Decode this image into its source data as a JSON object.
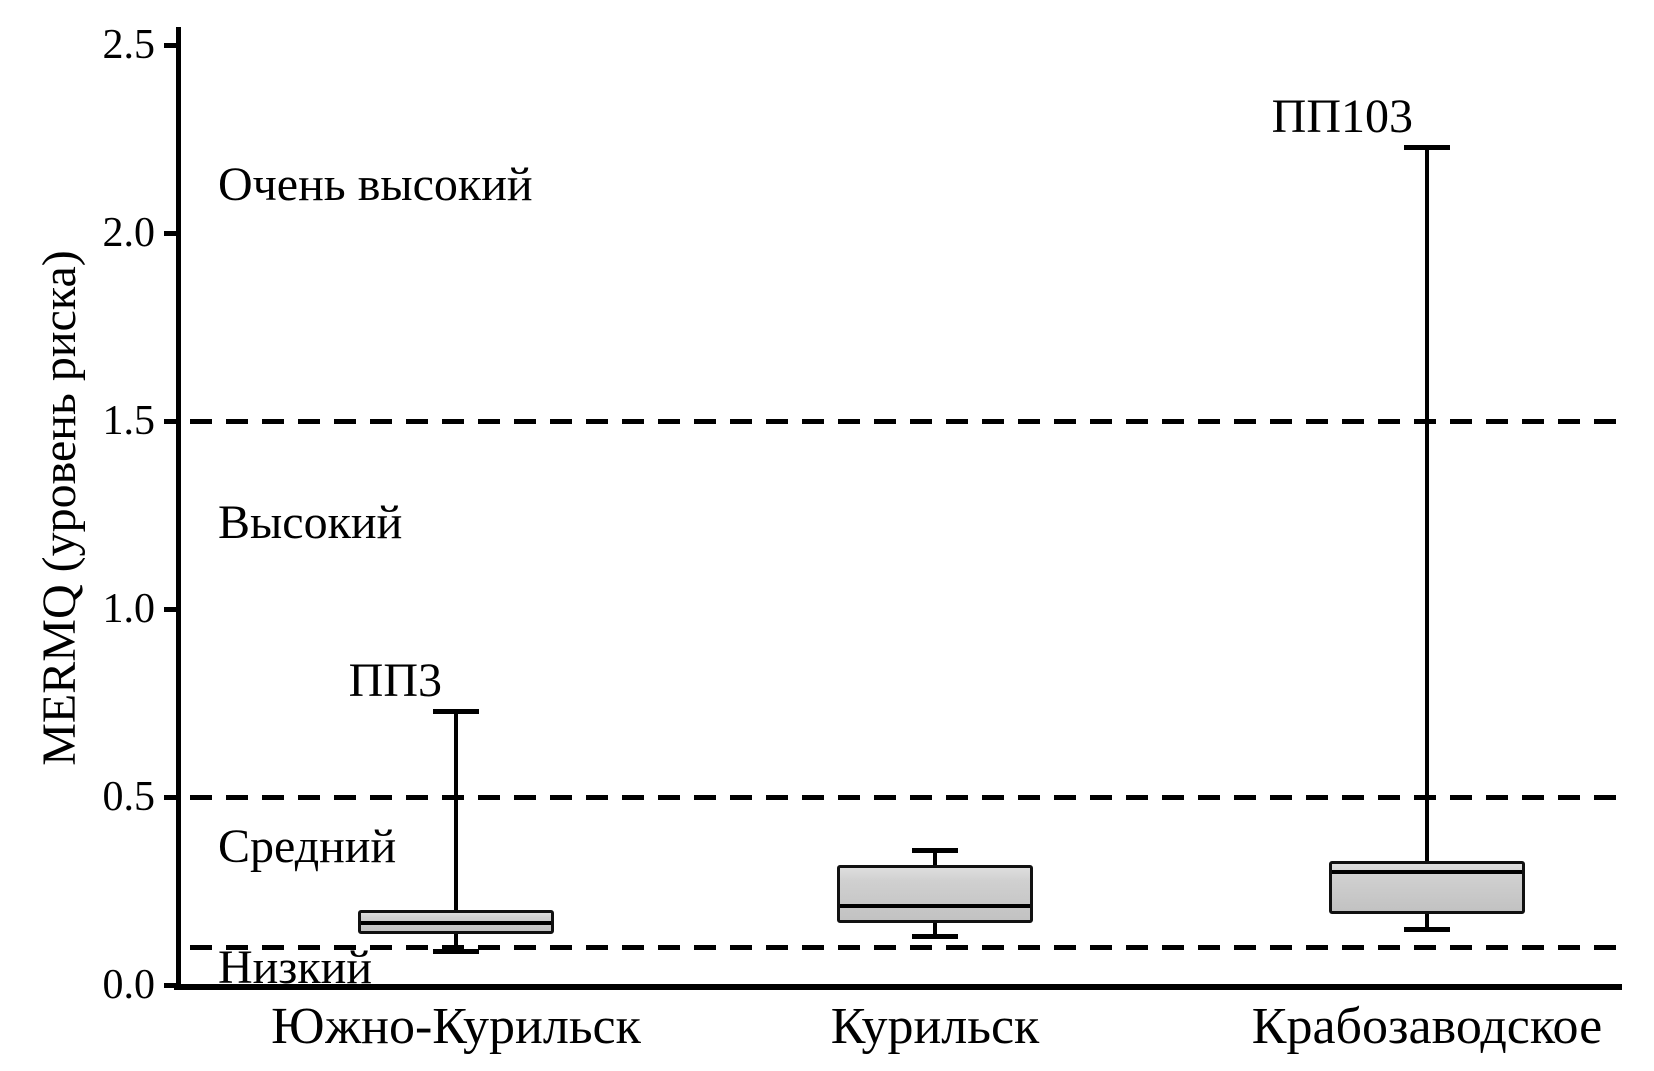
{
  "figure": {
    "background": "#ffffff",
    "ink_color": "#000000"
  },
  "chart_data": {
    "type": "boxplot",
    "title": "",
    "xlabel": "",
    "ylabel": "MERMQ (уровень риска)",
    "ylim": [
      0.0,
      2.5
    ],
    "grid": false,
    "yticks": [
      {
        "label": "2.5",
        "value": 2.5
      },
      {
        "label": "2.0",
        "value": 2.0
      },
      {
        "label": "1.5",
        "value": 1.5
      },
      {
        "label": "1.0",
        "value": 1.0
      },
      {
        "label": "0.5",
        "value": 0.5
      },
      {
        "label": "0.0",
        "value": 0.0
      }
    ],
    "threshold_values": [
      1.5,
      0.5,
      0.1
    ],
    "threshold_style": "dashed",
    "risk_zones": [
      {
        "label": "Очень высокий"
      },
      {
        "label": "Высокий"
      },
      {
        "label": "Средний"
      },
      {
        "label": "Низкий"
      }
    ],
    "categories": [
      "Южно-Курильск",
      "Курильск",
      "Крабозаводское"
    ],
    "series": [
      {
        "category": "Южно-Курильск",
        "whisker_low": 0.09,
        "q1": 0.135,
        "median": 0.165,
        "q3": 0.2,
        "whisker_high": 0.73,
        "annotation": "ПП3"
      },
      {
        "category": "Курильск",
        "whisker_low": 0.13,
        "q1": 0.165,
        "median": 0.21,
        "q3": 0.32,
        "whisker_high": 0.36,
        "annotation": ""
      },
      {
        "category": "Крабозаводское",
        "whisker_low": 0.15,
        "q1": 0.19,
        "median": 0.3,
        "q3": 0.33,
        "whisker_high": 2.23,
        "annotation": "ПП103"
      }
    ],
    "box_fill": "#c8c8c8",
    "box_border": "#111111",
    "line_color": "#000000"
  }
}
